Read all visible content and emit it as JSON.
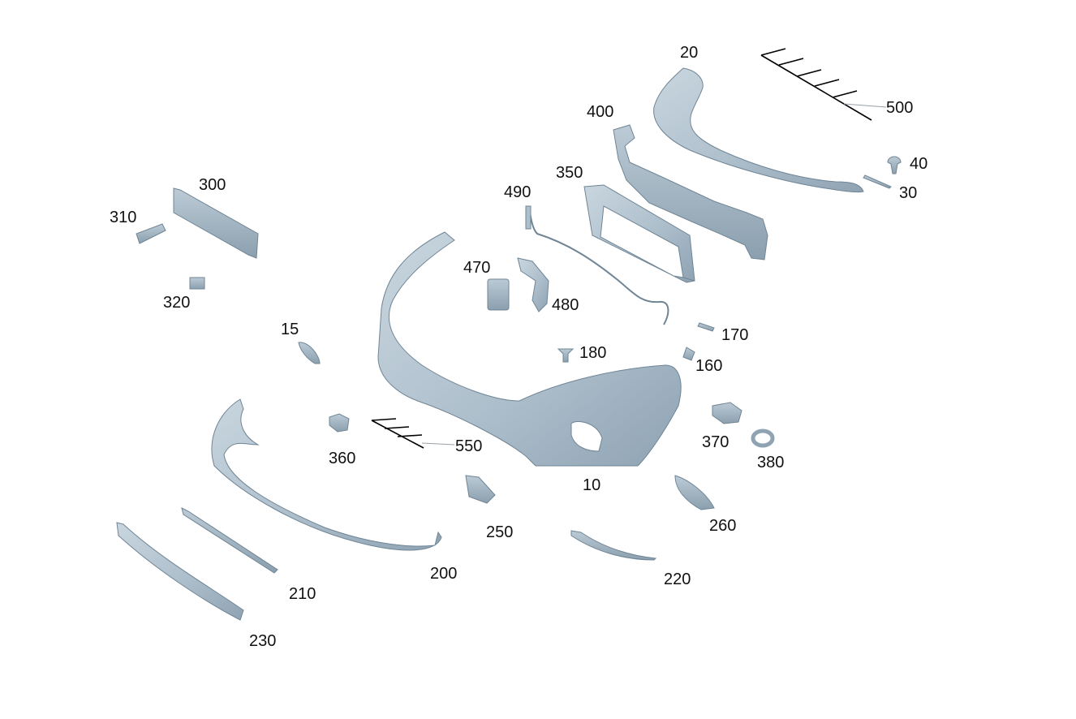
{
  "diagram": {
    "colors": {
      "part_fill": "#aebfcc",
      "part_stroke": "#6f8595",
      "part_shadow": "#8fa3b3",
      "leader": "#9aa0a6",
      "callout_ink": "#000000"
    },
    "labels": {
      "p10": "10",
      "p15": "15",
      "p20": "20",
      "p30": "30",
      "p40": "40",
      "p160": "160",
      "p170": "170",
      "p180": "180",
      "p200": "200",
      "p210": "210",
      "p220": "220",
      "p230": "230",
      "p250": "250",
      "p260": "260",
      "p300": "300",
      "p310": "310",
      "p320": "320",
      "p350": "350",
      "p360": "360",
      "p370": "370",
      "p380": "380",
      "p400": "400",
      "p470": "470",
      "p480": "480",
      "p490": "490",
      "p500": "500",
      "p550": "550"
    }
  }
}
